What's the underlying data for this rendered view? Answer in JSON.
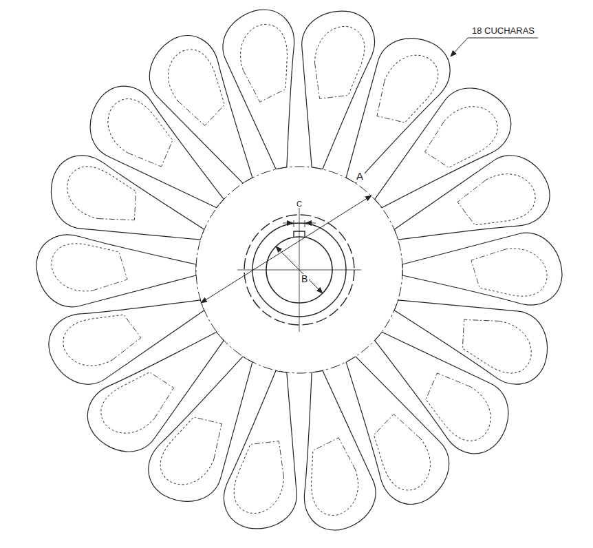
{
  "diagram": {
    "labels": [
      "18 CUCHARAS",
      "A",
      "B",
      "C"
    ]
  }
}
